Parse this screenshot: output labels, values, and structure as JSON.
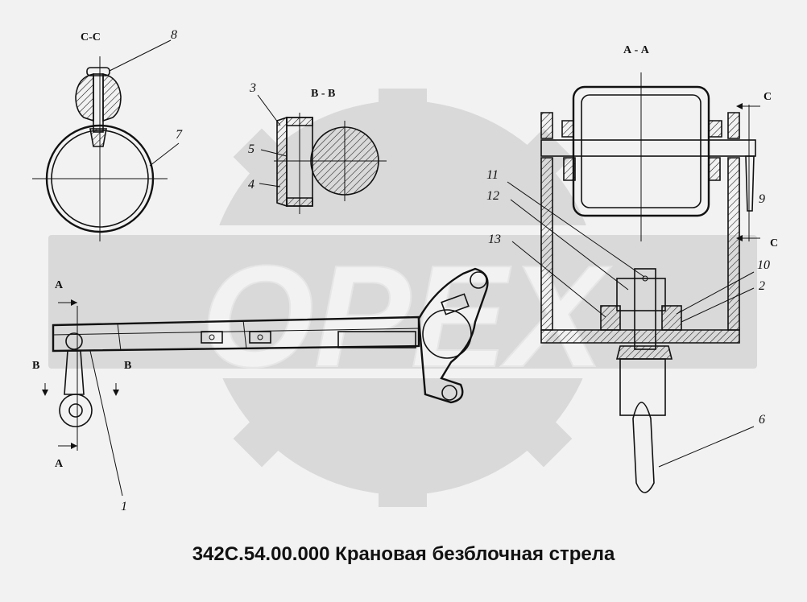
{
  "caption": "342С.54.00.000 Крановая безблочная стрела",
  "watermark": "OPEX",
  "section_labels": {
    "cc": "С-С",
    "bb": "В - В",
    "aa": "А - А",
    "a_top": "А",
    "a_bottom": "А",
    "b_left": "В",
    "b_right": "В",
    "c_top": "С",
    "c_bottom": "С"
  },
  "part_numbers": {
    "p1": "1",
    "p2": "2",
    "p3": "3",
    "p4": "4",
    "p5": "5",
    "p6": "6",
    "p7": "7",
    "p8": "8",
    "p9": "9",
    "p10": "10",
    "p11": "11",
    "p12": "12",
    "p13": "13"
  },
  "colors": {
    "background": "#f2f2f2",
    "watermark": "#d9d9d9",
    "line": "#111111"
  }
}
